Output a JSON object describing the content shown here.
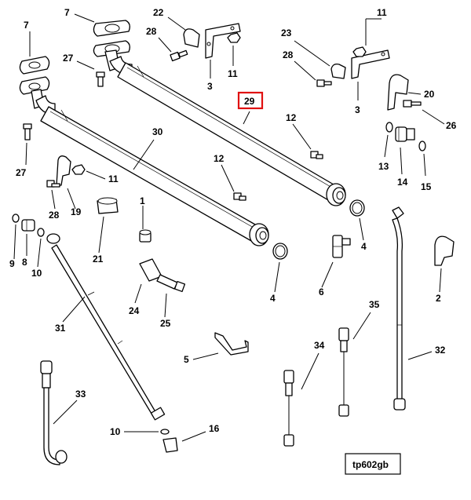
{
  "figure_code": "tp602gb",
  "highlighted_callout": "29",
  "accent_color": "#e01010",
  "callouts": {
    "c7a": "7",
    "c7b": "7",
    "c22": "22",
    "c28a": "28",
    "c11a": "11",
    "c3a": "3",
    "c27a": "27",
    "c11b": "11",
    "c23": "23",
    "c28b": "28",
    "c3b": "3",
    "c20": "20",
    "c26": "26",
    "c29": "29",
    "c12a": "12",
    "c30": "30",
    "c13": "13",
    "c14": "14",
    "c15": "15",
    "c27b": "27",
    "c11c": "11",
    "c12b": "12",
    "c28c": "28",
    "c19": "19",
    "c1": "1",
    "c21": "21",
    "c4a": "4",
    "c4b": "4",
    "c9": "9",
    "c8": "8",
    "c10a": "10",
    "c6": "6",
    "c2": "2",
    "c24": "24",
    "c25": "25",
    "c31": "31",
    "c35": "35",
    "c5": "5",
    "c34": "34",
    "c32": "32",
    "c33": "33",
    "c10b": "10",
    "c16": "16"
  }
}
